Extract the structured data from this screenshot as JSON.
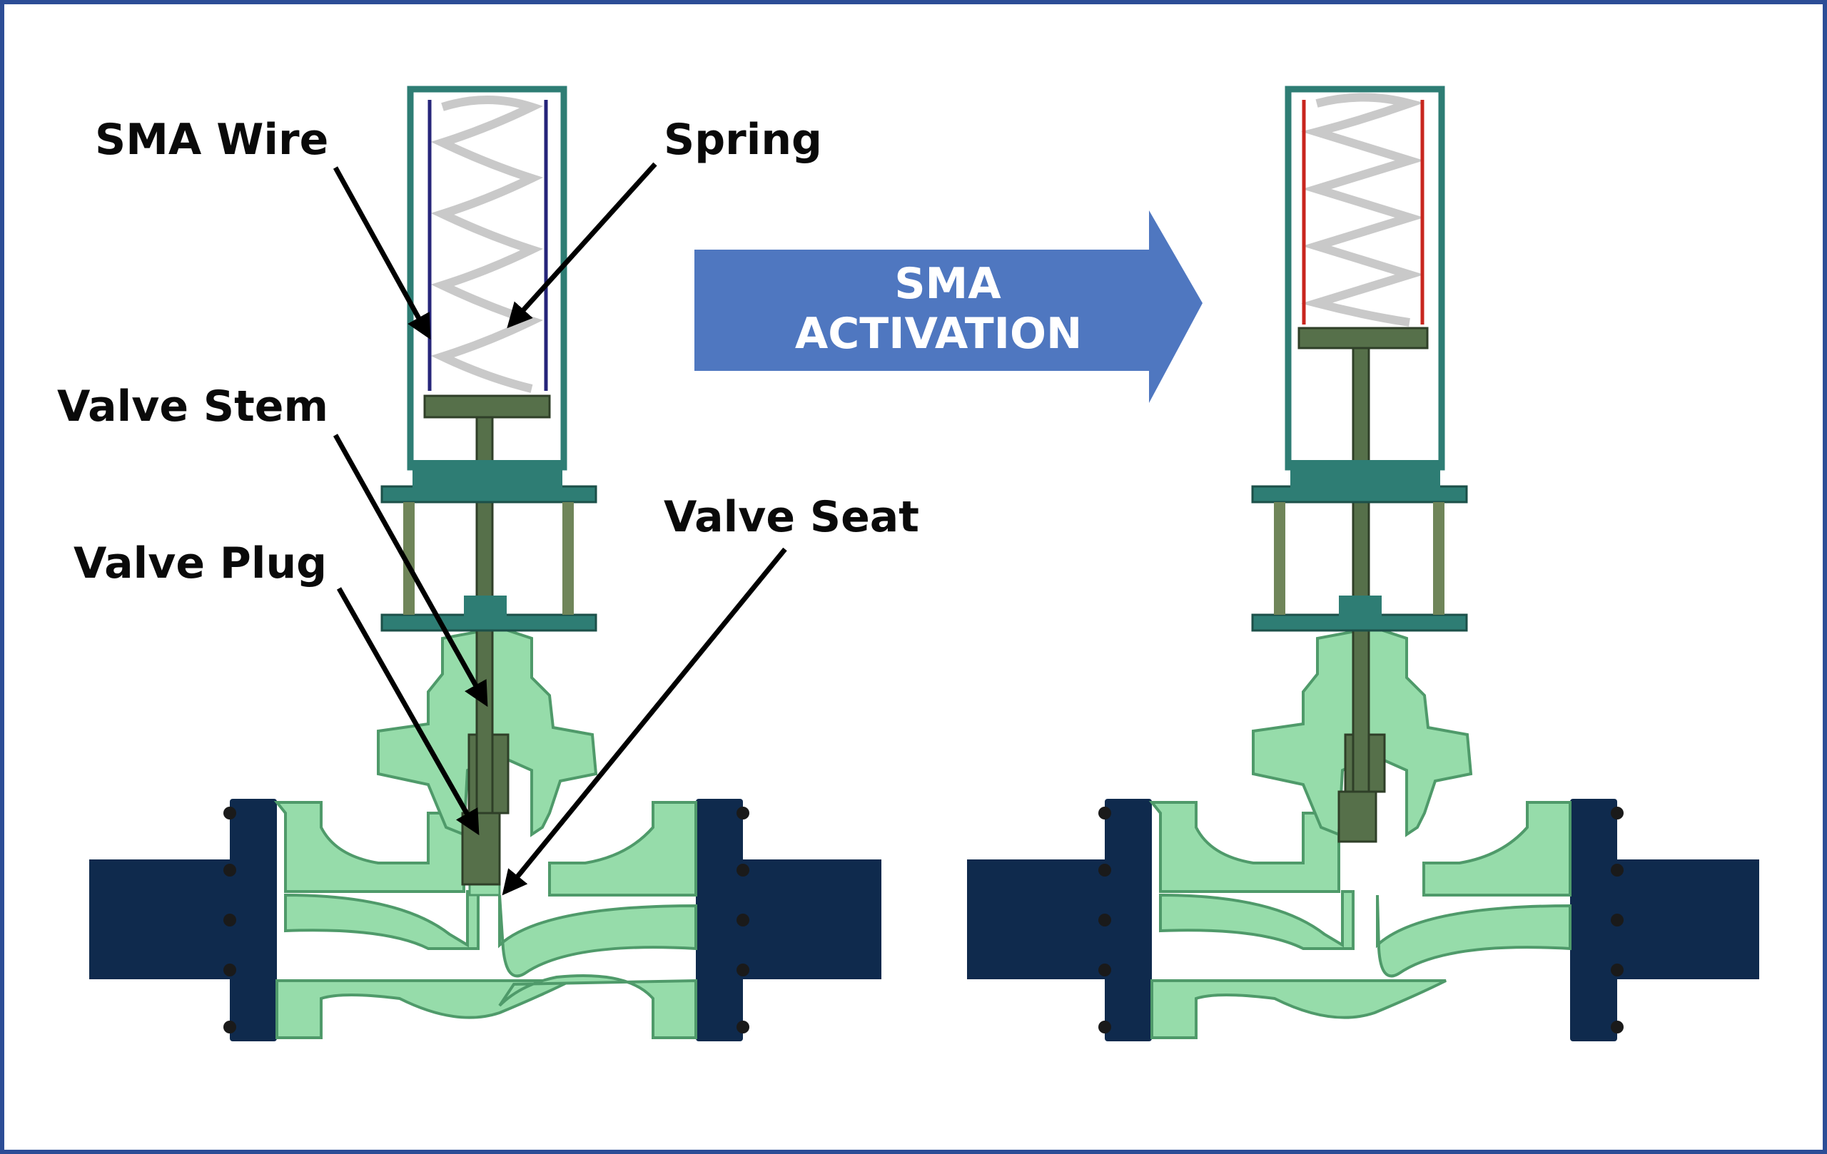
{
  "labels": {
    "sma_wire": "SMA Wire",
    "spring": "Spring",
    "valve_stem": "Valve Stem",
    "valve_seat": "Valve Seat",
    "valve_plug": "Valve Plug"
  },
  "activation_arrow": {
    "line1": "SMA",
    "line2": "ACTIVATION"
  },
  "colors": {
    "frame_border": "#2c4d96",
    "actuator_frame": "#2e7d74",
    "spring": "#c9c9c9",
    "wire_cold": "#26257a",
    "wire_hot": "#c8261e",
    "stem": "#56704a",
    "body": "#96dcaa",
    "flange": "#0f2a4d",
    "arrow": "#4f77c0"
  }
}
